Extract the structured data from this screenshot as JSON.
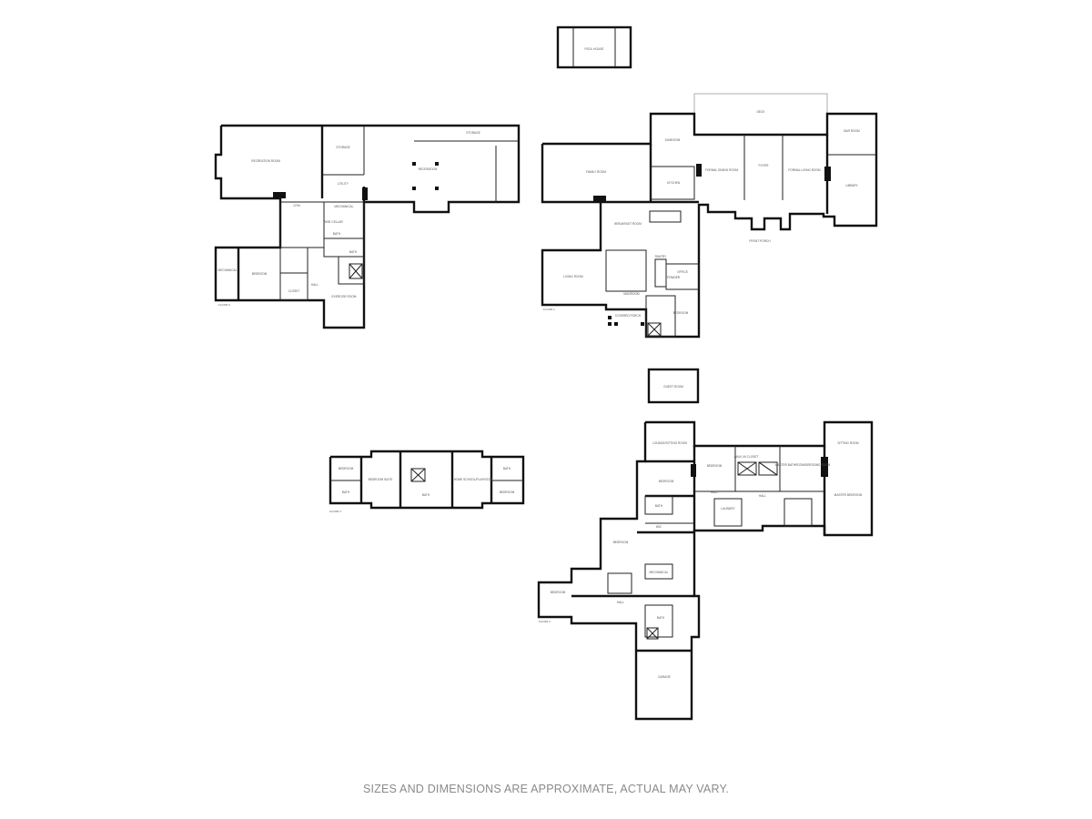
{
  "disclaimer": "SIZES AND DIMENSIONS ARE APPROXIMATE, ACTUAL MAY VARY.",
  "floors": {
    "basement": {
      "label": "FLOOR 0",
      "rooms": [
        "RECREATION ROOM",
        "STORAGE",
        "RECREATION",
        "STORAGE",
        "UTILITY",
        "GYM",
        "MECHANICAL",
        "WINE CELLAR",
        "BATH",
        "BATH",
        "MECHANICAL",
        "BEDROOM",
        "EXERCISE ROOM",
        "CLOSET",
        "HALL"
      ]
    },
    "first": {
      "label": "FLOOR 1",
      "rooms": [
        "DECK",
        "SUNROOM",
        "FAMILY ROOM",
        "KITCHEN",
        "FORMAL DINING ROOM",
        "FOYER",
        "FORMAL LIVING ROOM",
        "BAR ROOM",
        "LIBRARY",
        "BREAKFAST ROOM",
        "LIVING ROOM",
        "COVERED PORCH",
        "MUDROOM",
        "OFFICE",
        "BEDROOM",
        "PANTRY",
        "FRONT PORCH",
        "POWDER"
      ]
    },
    "second": {
      "label": "FLOOR 2",
      "rooms": [
        "LOUNGE/SITTING ROOM",
        "BEDROOM",
        "BEDROOM",
        "WALK-IN CLOSET",
        "MASTER BATHROOM/DRESSING ROOM",
        "SITTING ROOM",
        "MASTER BEDROOM",
        "HALL",
        "LAUNDRY",
        "HALL",
        "BATH",
        "BEDROOM",
        "MECHANICAL",
        "BEDROOM",
        "BATH",
        "GARAGE",
        "HALL",
        "WIC"
      ]
    },
    "third": {
      "label": "FLOOR 3",
      "rooms": [
        "BEDROOM",
        "BATH",
        "BEDROOM SUITE",
        "BATH",
        "HOME SCHOOL/PLAYROOM",
        "BATH",
        "BEDROOM"
      ]
    },
    "pool_house": {
      "rooms": [
        "POOL HOUSE"
      ]
    },
    "guest_room": {
      "rooms": [
        "GUEST ROOM"
      ]
    }
  }
}
